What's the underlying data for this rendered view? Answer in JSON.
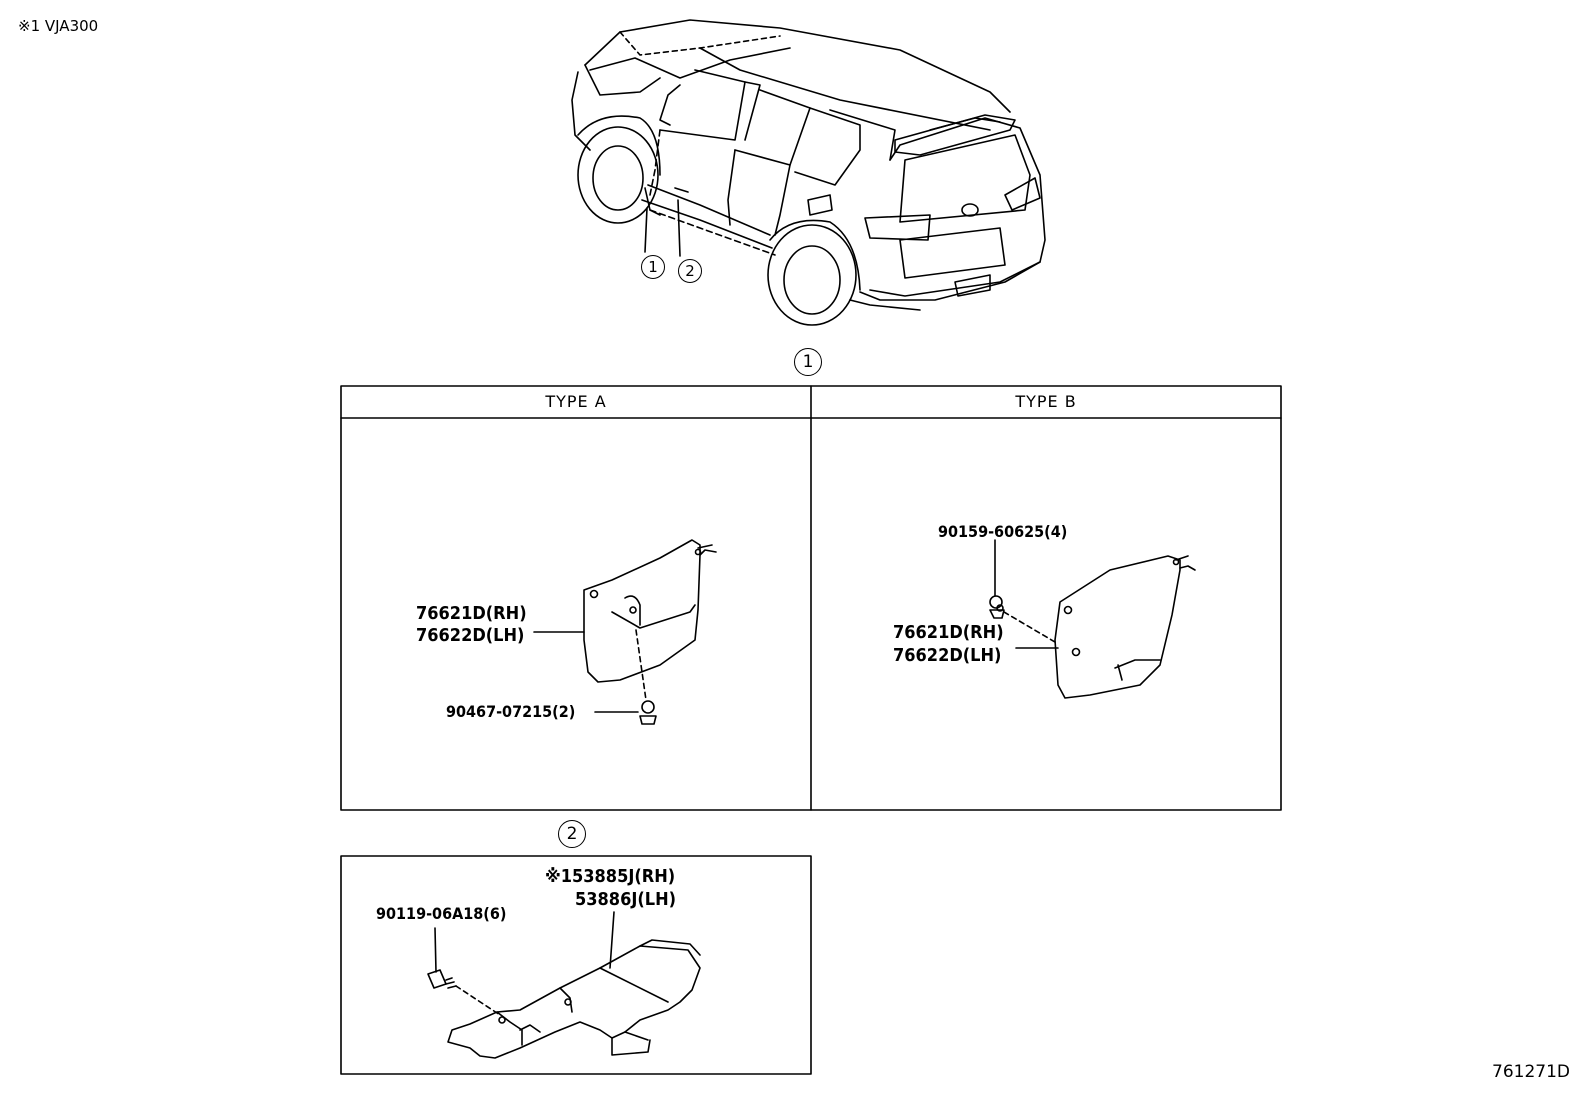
{
  "header": {
    "note": "※1 VJA300"
  },
  "footer": {
    "illustration_id": "761271D"
  },
  "callouts": {
    "one": "1",
    "two": "2"
  },
  "section1": {
    "type_a": {
      "title": "TYPE A",
      "mudguard_rh": "76621D(RH)",
      "mudguard_lh": "76622D(LH)",
      "fastener": "90467-07215(2)"
    },
    "type_b": {
      "title": "TYPE B",
      "fastener": "90159-60625(4)",
      "mudguard_rh": "76621D(RH)",
      "mudguard_lh": "76622D(LH)"
    }
  },
  "section2": {
    "fastener": "90119-06A18(6)",
    "part_rh": "※153885J(RH)",
    "part_lh": "53886J(LH)"
  }
}
